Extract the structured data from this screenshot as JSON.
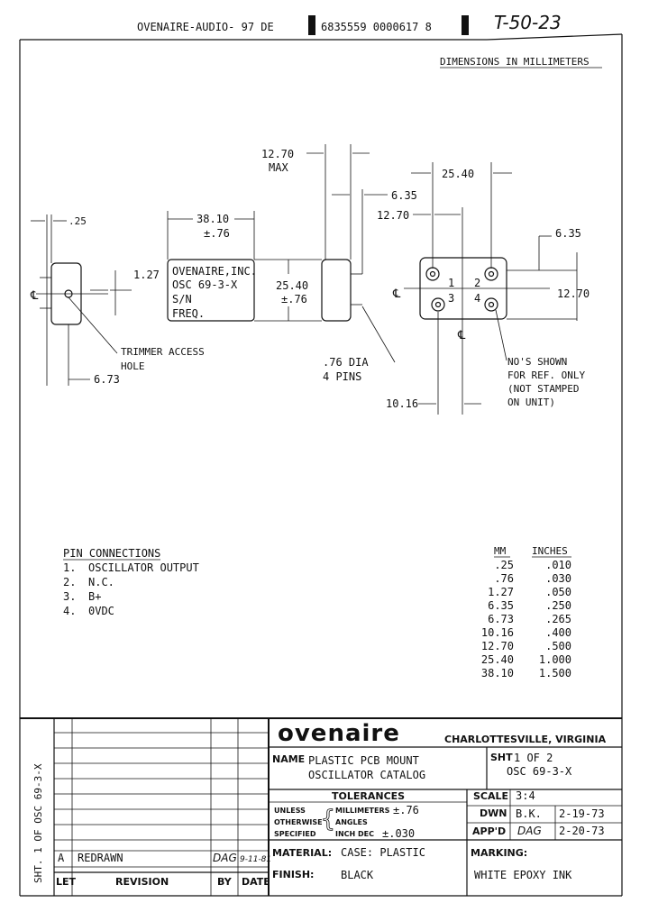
{
  "header": {
    "stamp": "OVENAIRE-AUDIO- 97  DE",
    "code": "6835559 0000617 8",
    "handwritten": "T-50-23"
  },
  "units_note": "DIMENSIONS IN MILLIMETERS",
  "side_view": {
    "dim_top": ".25",
    "dim_mid": "1.27",
    "dim_bottom": "6.73",
    "trimmer_label_1": "TRIMMER ACCESS",
    "trimmer_label_2": "HOLE",
    "centerline": "℄"
  },
  "front_view": {
    "width_dim": "38.10",
    "width_tol": "±.76",
    "label_lines": [
      "OVENAIRE,INC.",
      "OSC 69-3-X",
      "S/N",
      "FREQ."
    ],
    "height_dim": "25.40",
    "height_tol": "±.76",
    "depth_dim": "12.70",
    "depth_max": "MAX",
    "pin_len_dim": "6.35",
    "pin_dia_1": ".76 DIA",
    "pin_dia_2": "4 PINS"
  },
  "bottom_view": {
    "top_dim": "25.40",
    "left_dim": "12.70",
    "right_top_dim": "6.35",
    "right_mid_dim": "12.70",
    "bottom_dim": "10.16",
    "pins": [
      "1",
      "2",
      "3",
      "4"
    ],
    "note_lines": [
      "NO'S SHOWN",
      "FOR REF. ONLY",
      "(NOT STAMPED",
      "ON UNIT)"
    ]
  },
  "pin_connections": {
    "title": "PIN CONNECTIONS",
    "items": [
      {
        "num": "1.",
        "name": "OSCILLATOR OUTPUT"
      },
      {
        "num": "2.",
        "name": "N.C."
      },
      {
        "num": "3.",
        "name": "B+"
      },
      {
        "num": "4.",
        "name": "0VDC"
      }
    ]
  },
  "conversion": {
    "col_mm": "MM",
    "col_in": "INCHES",
    "rows": [
      {
        "mm": ".25",
        "in": ".010"
      },
      {
        "mm": ".76",
        "in": ".030"
      },
      {
        "mm": "1.27",
        "in": ".050"
      },
      {
        "mm": "6.35",
        "in": ".250"
      },
      {
        "mm": "6.73",
        "in": ".265"
      },
      {
        "mm": "10.16",
        "in": ".400"
      },
      {
        "mm": "12.70",
        "in": ".500"
      },
      {
        "mm": "25.40",
        "in": "1.000"
      },
      {
        "mm": "38.10",
        "in": "1.500"
      }
    ]
  },
  "title_block": {
    "side_text": "SHT. 1 OF   OSC 69-3-X",
    "company": "ovenaire",
    "location": "CHARLOTTESVILLE, VIRGINIA",
    "name_label": "NAME",
    "name_line1": "PLASTIC PCB MOUNT",
    "name_line2": "OSCILLATOR CATALOG",
    "sht_label": "SHT",
    "sht_value": "1  OF 2",
    "part_no": "OSC 69-3-X",
    "tolerances_label": "TOLERANCES",
    "tol_unless": "UNLESS",
    "tol_otherwise": "OTHERWISE",
    "tol_specified": "SPECIFIED",
    "tol_mm_label": "MILLIMETERS",
    "tol_mm_value": "±.76",
    "tol_angles": "ANGLES",
    "tol_inch_label": "INCH DEC",
    "tol_inch_value": "±.030",
    "scale_label": "SCALE",
    "scale_value": "3:4",
    "dwn_label": "DWN",
    "dwn_by": "B.K.",
    "dwn_date": "2-19-73",
    "appd_label": "APP'D",
    "appd_by": "DAG",
    "appd_date": "2-20-73",
    "material_label": "MATERIAL:",
    "material_value": "CASE: PLASTIC",
    "finish_label": "FINISH:",
    "finish_value": "BLACK",
    "marking_label": "MARKING:",
    "marking_value": "WHITE EPOXY INK",
    "rev_letter": "A",
    "rev_desc": "REDRAWN",
    "rev_by": "DAG",
    "rev_date": "9-11-81",
    "col_let": "LET",
    "col_revision": "REVISION",
    "col_by": "BY",
    "col_date": "DATE"
  }
}
